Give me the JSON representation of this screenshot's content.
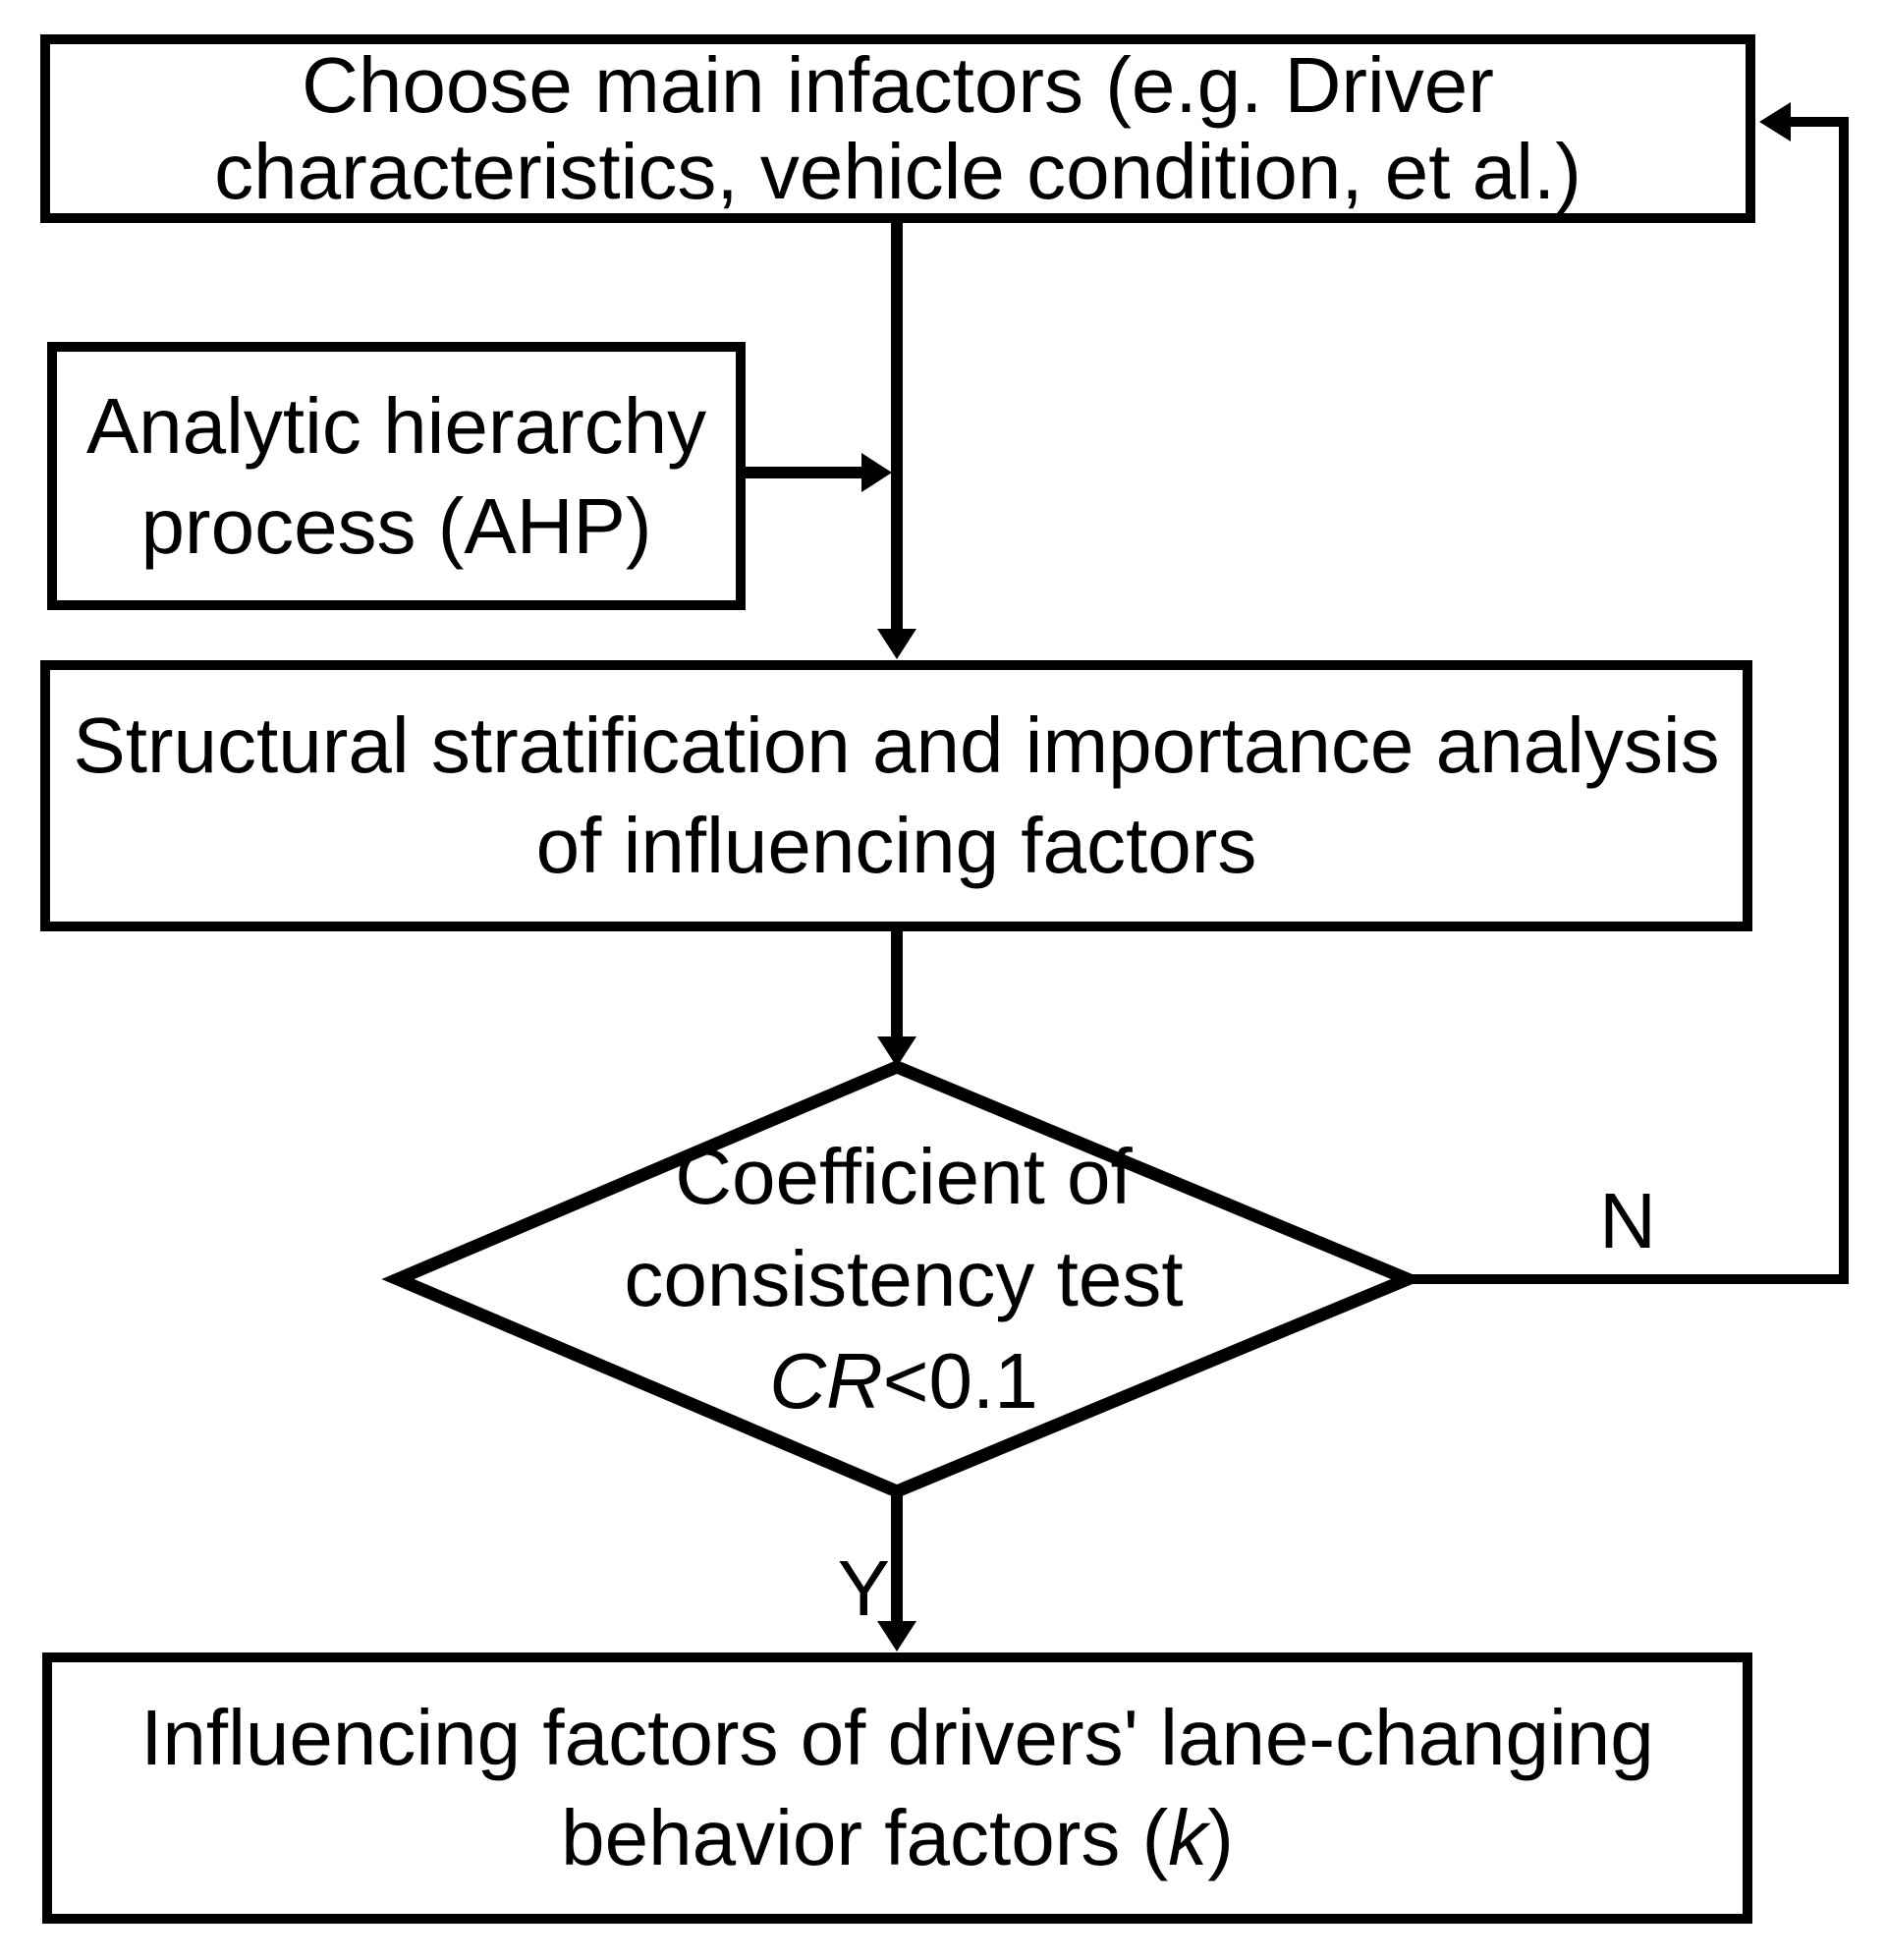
{
  "page": {
    "background_color": "#ffffff",
    "line_color": "#000000"
  },
  "nodes": {
    "choose_factors": {
      "lines": [
        "Choose main infactors (e.g. Driver",
        "characteristics, vehicle condition, et al.)"
      ]
    },
    "ahp": {
      "lines": [
        "Analytic hierarchy",
        "process (AHP)"
      ]
    },
    "stratification": {
      "lines": [
        "Structural stratification and importance analysis",
        "of influencing factors"
      ]
    },
    "consistency_test": {
      "lines": [
        "Coefficient of",
        "consistency test"
      ],
      "variable": "CR",
      "condition": "<0.1"
    },
    "result": {
      "line1": "Influencing factors of drivers' lane-changing",
      "line2_prefix": "behavior factors (",
      "line2_variable": "k",
      "line2_suffix": ")"
    }
  },
  "edge_labels": {
    "no": "N",
    "yes": "Y"
  }
}
